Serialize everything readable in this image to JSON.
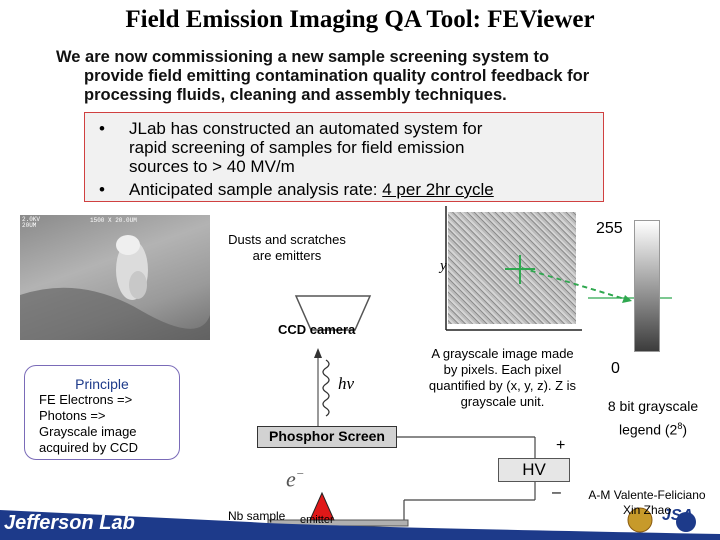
{
  "title": "Field Emission Imaging QA Tool: FEViewer",
  "intro": {
    "line1": "We are now commissioning a new sample screening system to",
    "line2": "provide field emitting contamination quality control feedback for",
    "line3": "processing fluids, cleaning and assembly techniques."
  },
  "bullets": {
    "symbol": "•",
    "b1_l1": "JLab has constructed an automated system for",
    "b1_l2": "rapid screening of samples for field emission",
    "b1_l3": "sources to > 40 MV/m",
    "b2_prefix": "Anticipated sample analysis rate: ",
    "b2_underlined": "4 per 2hr cycle"
  },
  "sem_label": {
    "line1": "2.0KV",
    "line2": "1500 X 20.0UM",
    "line3": "20UM"
  },
  "dusts": {
    "line1": "Dusts and scratches",
    "line2": "are emitters"
  },
  "axis_y": "y",
  "ccd": "CCD camera",
  "hv_symbol": "hν",
  "grayscale_desc": {
    "line1": "A grayscale image made",
    "line2": "by pixels. Each pixel",
    "line3": "quantified by (x, y, z). Z is",
    "line4": "grayscale unit."
  },
  "scale": {
    "top": "255",
    "bottom": "0",
    "legend1": "8 bit grayscale",
    "legend2": "legend (2",
    "legend_sup": "8",
    "legend_end": ")"
  },
  "principle": {
    "heading": "Principle",
    "line1": "FE Electrons =>",
    "line2": "Photons =>",
    "line3": "Grayscale image",
    "line4": "acquired by CCD"
  },
  "phosphor_screen": "Phosphor Screen",
  "electron": "e",
  "electron_sup": "−",
  "plus": "+",
  "minus": "–",
  "hv_label": "HV",
  "nb_sample": "Nb sample",
  "emitter": "emitter",
  "credits": {
    "line1": "A-M Valente-Feliciano",
    "line2": "Xin Zhao"
  },
  "footer": {
    "logo": "Jefferson Lab",
    "jsa": "JSA"
  },
  "colors": {
    "footer_blue": "#1d3a8a",
    "box_border": "#d04040",
    "principle_border": "#7a6bb8",
    "green_marker": "#2fa84f"
  }
}
